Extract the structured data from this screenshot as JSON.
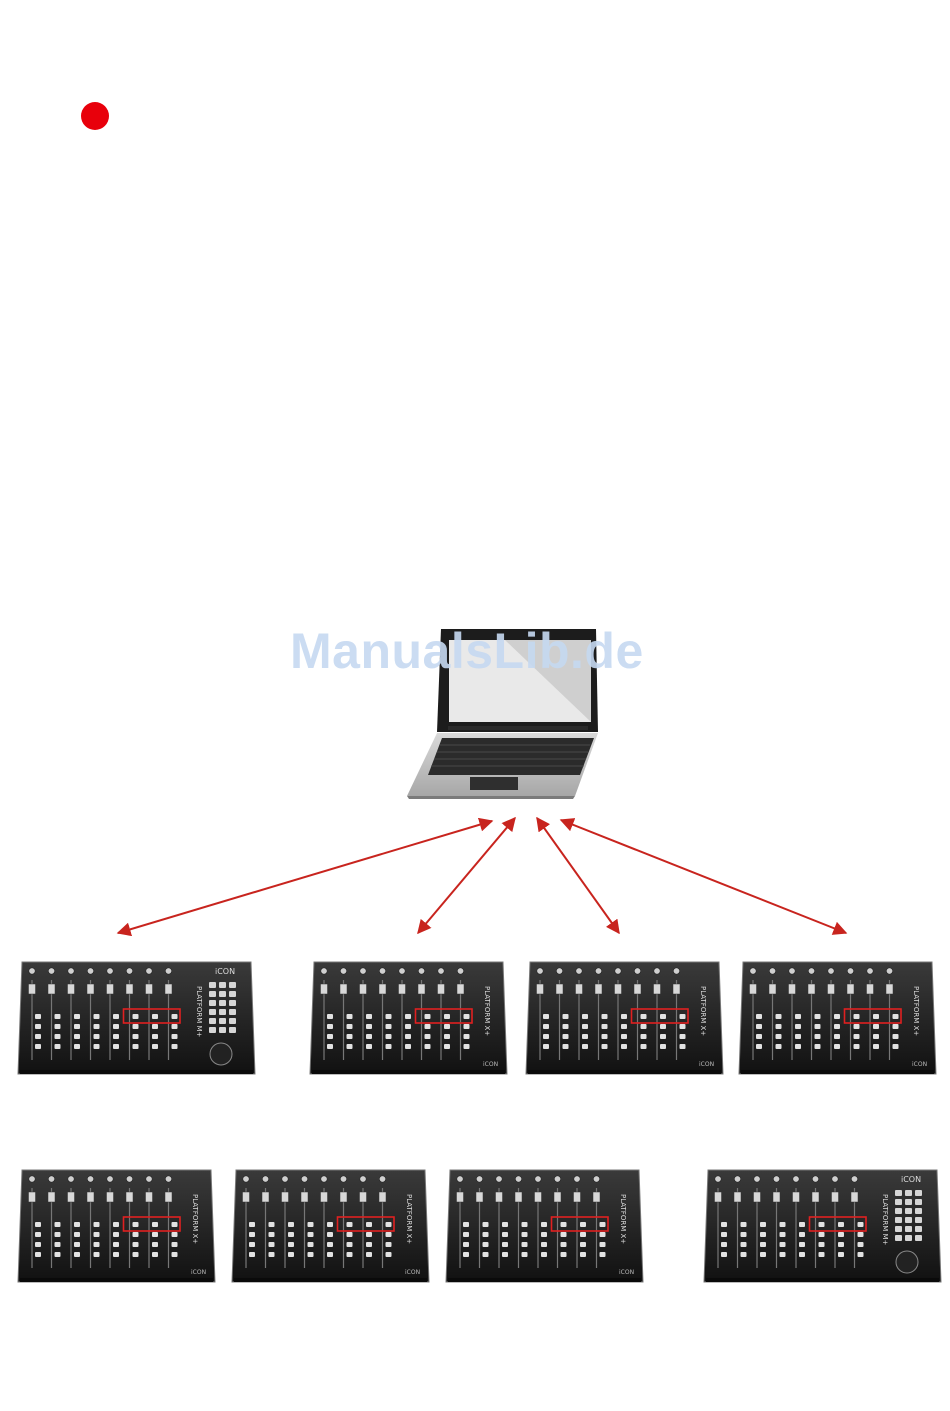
{
  "page": {
    "watermark": "ManualsLib.de",
    "bullet_color": "#e8000b"
  },
  "diagram": {
    "hub": "laptop-computer",
    "connection_color": "#c8241e",
    "highlight_color": "#e02020",
    "controller_brand": "iCON",
    "controller_model": "PLATFORM X+",
    "controllers": [
      {
        "type": "master",
        "brand_text": "iCON",
        "model_text": "PLATFORM M+",
        "row": 1,
        "connected": true
      },
      {
        "type": "extender",
        "brand_text": "iCON",
        "model_text": "PLATFORM X+",
        "row": 1,
        "connected": true
      },
      {
        "type": "extender",
        "brand_text": "iCON",
        "model_text": "PLATFORM X+",
        "row": 1,
        "connected": true
      },
      {
        "type": "extender",
        "brand_text": "iCON",
        "model_text": "PLATFORM X+",
        "row": 1,
        "connected": true
      },
      {
        "type": "extender",
        "brand_text": "iCON",
        "model_text": "PLATFORM X+",
        "row": 2,
        "connected": false
      },
      {
        "type": "extender",
        "brand_text": "iCON",
        "model_text": "PLATFORM X+",
        "row": 2,
        "connected": false
      },
      {
        "type": "extender",
        "brand_text": "iCON",
        "model_text": "PLATFORM X+",
        "row": 2,
        "connected": false
      },
      {
        "type": "master",
        "brand_text": "iCON",
        "model_text": "PLATFORM M+",
        "row": 2,
        "connected": false
      }
    ]
  }
}
